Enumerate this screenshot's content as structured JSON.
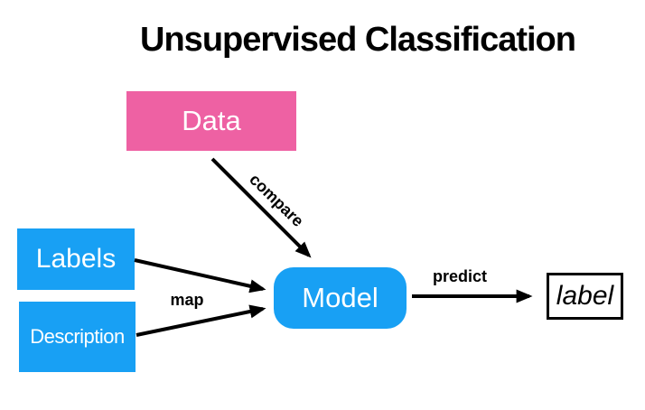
{
  "title": "Unsupervised Classification",
  "nodes": {
    "data": {
      "label": "Data",
      "fill": "#EE61A3",
      "text_color": "#FFFFFF"
    },
    "labels": {
      "label": "Labels",
      "fill": "#18A0F4",
      "text_color": "#FFFFFF"
    },
    "description": {
      "label": "Description",
      "fill": "#18A0F4",
      "text_color": "#FFFFFF"
    },
    "model": {
      "label": "Model",
      "fill": "#18A0F4",
      "text_color": "#FFFFFF",
      "shape": "rounded"
    },
    "output": {
      "label": "label",
      "fill": "#FFFFFF",
      "border_color": "#000000",
      "text_color": "#000000",
      "text_style": "italic"
    }
  },
  "edges": [
    {
      "from": "Data",
      "to": "Model",
      "label": "compare"
    },
    {
      "from": "Labels",
      "to": "Model",
      "label": "map"
    },
    {
      "from": "Description",
      "to": "Model",
      "label": "map"
    },
    {
      "from": "Model",
      "to": "label",
      "label": "predict"
    }
  ],
  "colors": {
    "background": "#FFFFFF",
    "arrow": "#000000",
    "title_text": "#000000",
    "edge_label_text": "#000000"
  }
}
